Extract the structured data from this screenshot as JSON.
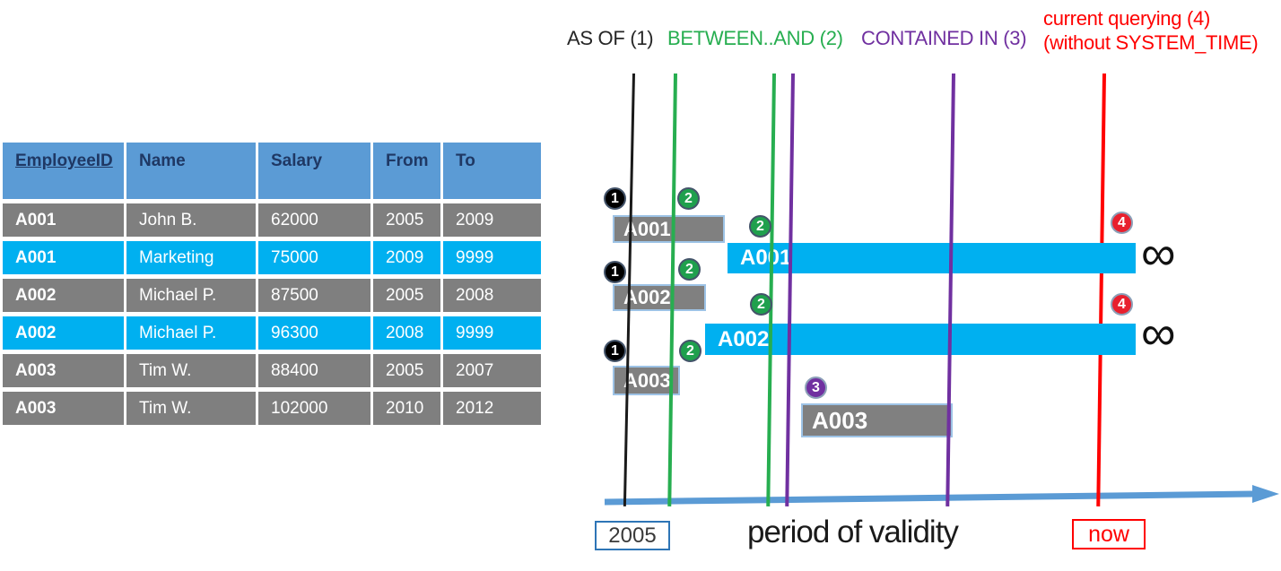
{
  "table": {
    "headers": [
      "EmployeeID",
      "Name",
      "Salary",
      "From",
      "To"
    ],
    "rows": [
      {
        "employee_id": "A001",
        "name": "John B.",
        "salary": "62000",
        "from": "2005",
        "to": "2009",
        "highlight": "gray"
      },
      {
        "employee_id": "A001",
        "name": "Marketing",
        "salary": "75000",
        "from": "2009",
        "to": "9999",
        "highlight": "cyan"
      },
      {
        "employee_id": "A002",
        "name": "Michael P.",
        "salary": "87500",
        "from": "2005",
        "to": "2008",
        "highlight": "gray"
      },
      {
        "employee_id": "A002",
        "name": "Michael P.",
        "salary": "96300",
        "from": "2008",
        "to": "9999",
        "highlight": "cyan"
      },
      {
        "employee_id": "A003",
        "name": "Tim W.",
        "salary": "88400",
        "from": "2005",
        "to": "2007",
        "highlight": "gray"
      },
      {
        "employee_id": "A003",
        "name": "Tim W.",
        "salary": "102000",
        "from": "2010",
        "to": "2012",
        "highlight": "gray"
      }
    ]
  },
  "legend": {
    "as_of": "AS OF (1)",
    "between_and": "BETWEEN..AND (2)",
    "contained_in": "CONTAINED IN (3)",
    "current_querying_line1": "current querying (4)",
    "current_querying_line2": "(without SYSTEM_TIME)"
  },
  "markers": {
    "one": "1",
    "two": "2",
    "three": "3",
    "four": "4"
  },
  "timeline": {
    "bars": [
      {
        "label": "A001",
        "kind": "history",
        "from": "2005",
        "to": "2009"
      },
      {
        "label": "A001",
        "kind": "current",
        "from": "2009",
        "to": "9999"
      },
      {
        "label": "A002",
        "kind": "history",
        "from": "2005",
        "to": "2008"
      },
      {
        "label": "A002",
        "kind": "current",
        "from": "2008",
        "to": "9999"
      },
      {
        "label": "A003",
        "kind": "history",
        "from": "2005",
        "to": "2007"
      },
      {
        "label": "A003",
        "kind": "history",
        "from": "2010",
        "to": "2012"
      }
    ],
    "infinity_symbol": "∞",
    "start_label": "2005",
    "axis_label": "period of validity",
    "now_label": "now"
  },
  "colors": {
    "table_header_blue": "#5B9BD5",
    "table_header_text": "#1F3864",
    "row_gray": "#7F7F7F",
    "row_cyan": "#00B0F0",
    "bar_gray": "#808080",
    "bar_border": "#9DC3E6",
    "bar_cyan": "#00B0F0",
    "line_black": "#1a1a1a",
    "line_green": "#27AE50",
    "line_purple": "#7030A0",
    "line_red": "#FF0000",
    "axis_blue": "#5B9BD5",
    "start_box_border": "#2E75B6"
  }
}
